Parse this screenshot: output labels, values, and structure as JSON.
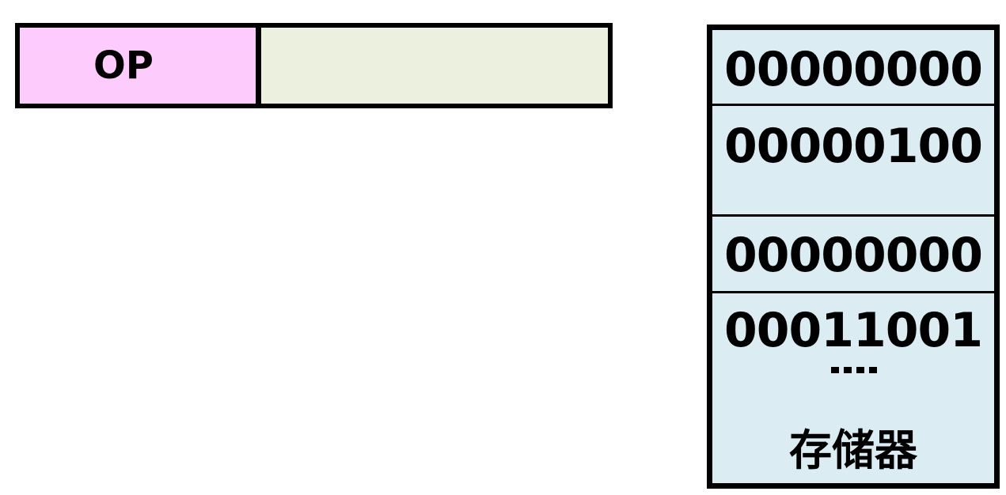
{
  "instruction": {
    "op_label": "OP",
    "address_label": ""
  },
  "memory": {
    "cells": [
      "00000000",
      "00000100",
      "00000000",
      "00011001"
    ],
    "ellipsis": "····",
    "label": "存储器"
  },
  "colors": {
    "op_field": "#fecbfd",
    "address_field": "#ebf0df",
    "memory_fill": "#dbedf3",
    "border": "#000000"
  }
}
